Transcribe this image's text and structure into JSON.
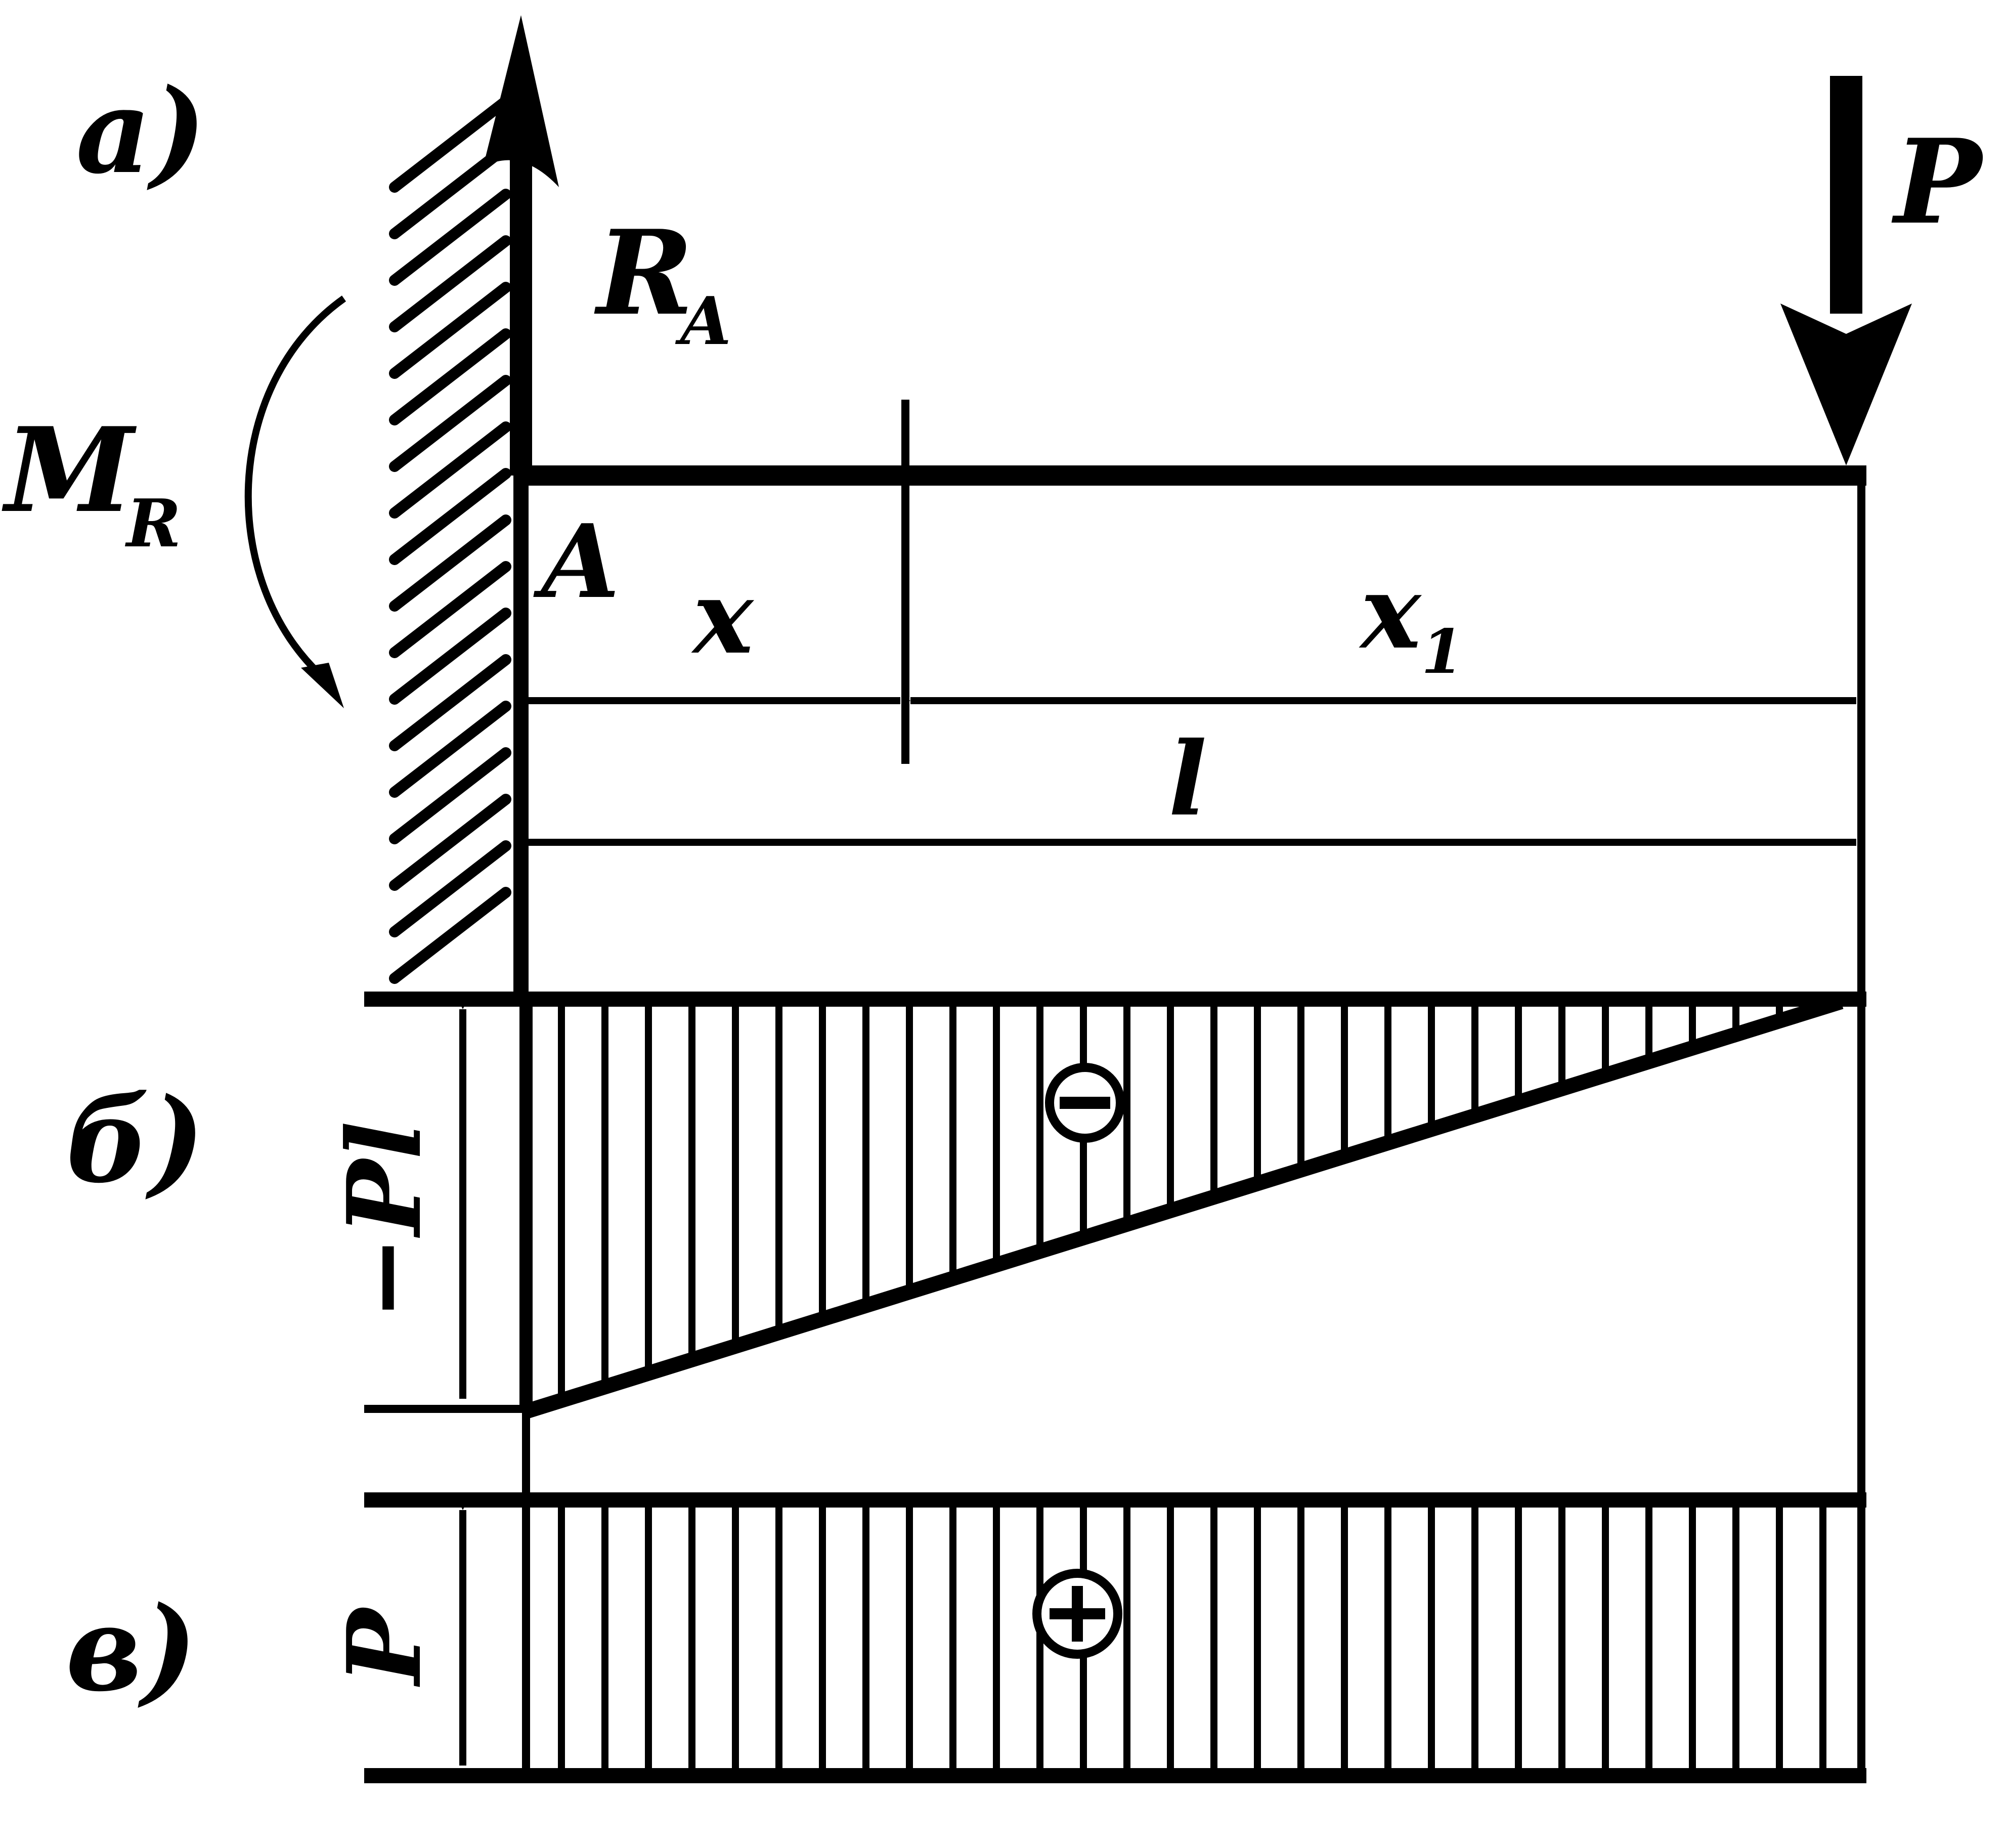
{
  "panels": {
    "a": "a)",
    "b": "б)",
    "c": "в)"
  },
  "forces": {
    "reaction_main": "R",
    "reaction_sub": "A",
    "moment_main": "M",
    "moment_sub": "R",
    "load": "P"
  },
  "points": {
    "support": "A"
  },
  "dimensions": {
    "x": "x",
    "x1_main": "x",
    "x1_sub": "1",
    "length": "l"
  },
  "moment_diagram": {
    "magnitude": "−Pl",
    "sign": "−"
  },
  "shear_diagram": {
    "magnitude": "P",
    "sign": "+"
  },
  "colors": {
    "ink": "#000000",
    "paper": "#ffffff"
  }
}
